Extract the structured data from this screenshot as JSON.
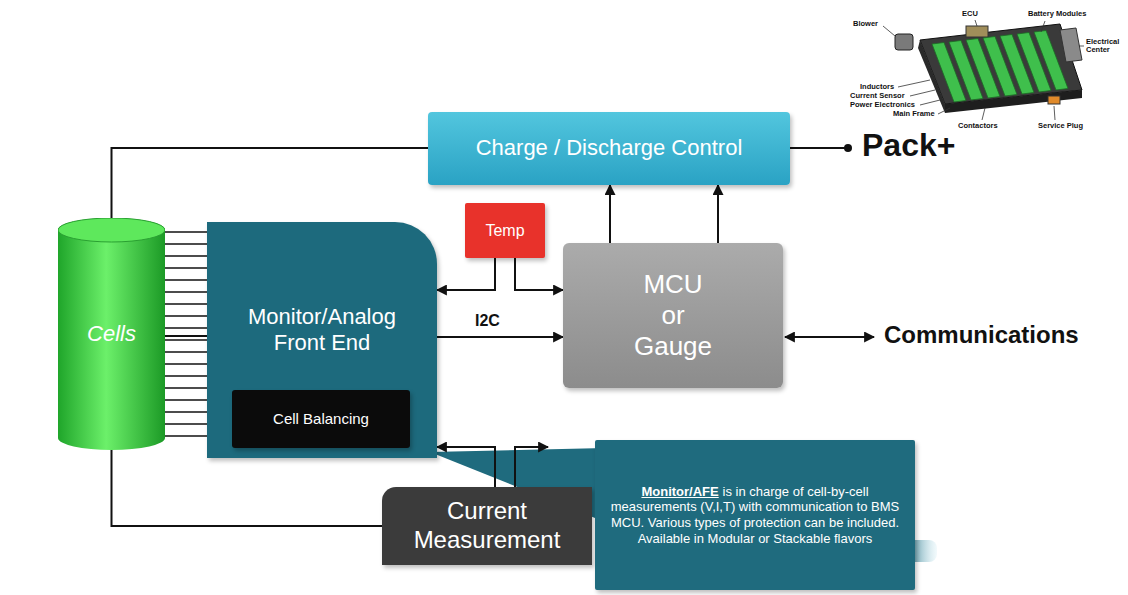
{
  "diagram": {
    "nodes": [
      {
        "text": [
          "Charge / Discharge Control"
        ]
      },
      {
        "text": [
          "Cells"
        ]
      },
      {
        "text": [
          "Temp"
        ]
      },
      {
        "text": [
          "Monitor/Analog Front End"
        ]
      },
      {
        "text": [
          "Cell Balancing"
        ],
        "in": 3
      },
      {
        "text": [
          "MCU or Gauge"
        ]
      },
      {
        "text": [
          "Current Measurement"
        ]
      },
      {
        "text": [
          "Monitor/AFE",
          "is in charge of cell-by-cell measurements (V,I,T) with communication to BMS MCU. Various types of protection can be included. Available in Modular or Stackable flavors"
        ]
      }
    ],
    "edges": [
      {
        "from": 1,
        "to": 0,
        "arrow": "none"
      },
      {
        "from": 1,
        "to": 3,
        "arrow": "none"
      },
      {
        "from": 2,
        "to": 3,
        "arrow": "to"
      },
      {
        "from": 2,
        "to": 5,
        "arrow": "to"
      },
      {
        "from": 3,
        "to": 5,
        "label": "I2C",
        "arrow": "to"
      },
      {
        "from": 5,
        "to": 0,
        "arrow": "to"
      },
      {
        "from": 5,
        "to": 0,
        "arrow": "to"
      },
      {
        "from": 1,
        "to": 6,
        "arrow": "none"
      },
      {
        "from": 6,
        "to": 3,
        "arrow": "to"
      }
    ],
    "labels": [
      "Blower",
      "ECU",
      "Battery Modules",
      "Electrical Center",
      "Inductors",
      "Current Sensor",
      "Power Electronics",
      "Main Frame",
      "Contactors",
      "Service Plug",
      "Pack+",
      "Communications"
    ]
  }
}
